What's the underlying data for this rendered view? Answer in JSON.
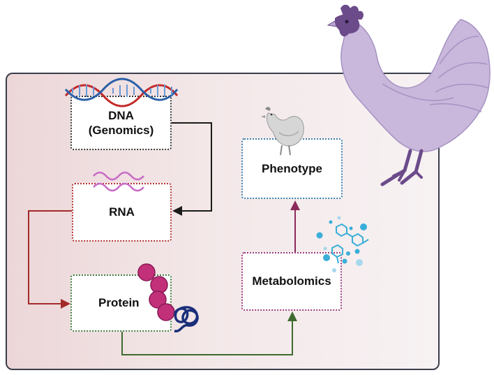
{
  "nodes": {
    "dna": {
      "line1": "DNA",
      "line2": "(Genomics)"
    },
    "rna": {
      "label": "RNA"
    },
    "protein": {
      "label": "Protein"
    },
    "metabolomics": {
      "label": "Metabolomics"
    },
    "phenotype": {
      "label": "Phenotype"
    }
  },
  "colors": {
    "dna_arrow": "#1a1a1a",
    "rna_arrow": "#a32a2a",
    "protein_arrow": "#3e6b2e",
    "metab_arrow": "#8a2a5a",
    "hen_large": "#c9b8dc",
    "protein_beads": "#c2307a",
    "molecules": "#3aaed8"
  },
  "icons": [
    "dna-helix-icon",
    "rna-wave-icon",
    "protein-chain-icon",
    "metabolite-molecules-icon",
    "hen-small-icon",
    "hen-large-illustration"
  ]
}
